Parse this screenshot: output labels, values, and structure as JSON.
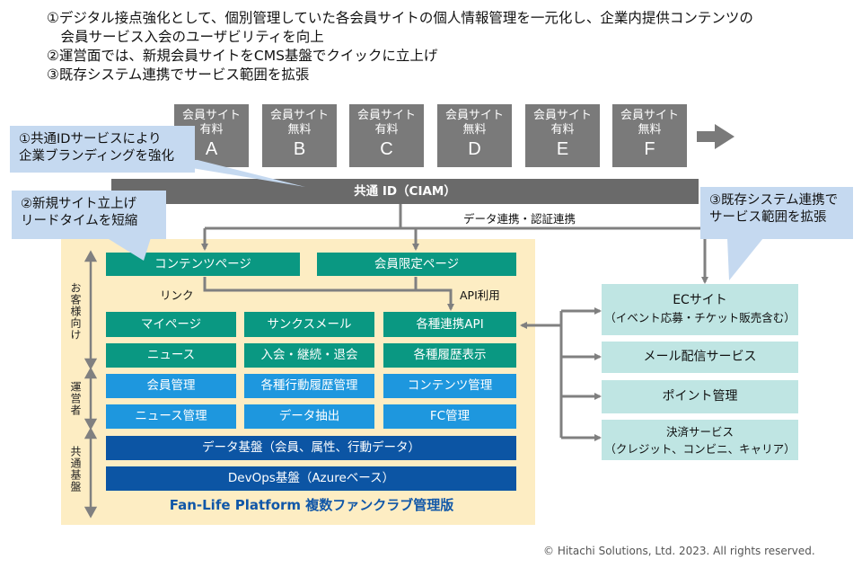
{
  "intro": {
    "lines": [
      "①デジタル接点強化として、個別管理していた各会員サイトの個人情報管理を一元化し、企業内提供コンテンツの",
      "　会員サービス入会のユーザビリティを向上",
      "②運営面では、新規会員サイトをCMS基盤でクイックに立上げ",
      "③既存システム連携でサービス範囲を拡張"
    ]
  },
  "member_sites": [
    {
      "label": "会員サイト",
      "type": "有料",
      "letter": "A"
    },
    {
      "label": "会員サイト",
      "type": "無料",
      "letter": "B"
    },
    {
      "label": "会員サイト",
      "type": "有料",
      "letter": "C"
    },
    {
      "label": "会員サイト",
      "type": "無料",
      "letter": "D"
    },
    {
      "label": "会員サイト",
      "type": "有料",
      "letter": "E"
    },
    {
      "label": "会員サイト",
      "type": "無料",
      "letter": "F"
    }
  ],
  "ciam_bar": "共通 ID（CIAM）",
  "callouts": {
    "c1": [
      "①共通IDサービスにより",
      "企業ブランディングを強化"
    ],
    "c2": [
      "②新規サイト立上げ",
      "リードタイムを短縮"
    ],
    "c3": [
      "③既存システム連携で",
      "サービス範囲を拡張"
    ]
  },
  "connection_labels": {
    "data_auth": "データ連携・認証連携",
    "link": "リンク",
    "api": "API利用"
  },
  "platform": {
    "side_labels": {
      "customer": "お客様向け",
      "operator": "運営者",
      "common": "共通基盤"
    },
    "top_pages": [
      "コンテンツページ",
      "会員限定ページ"
    ],
    "customer_rows": [
      [
        "マイページ",
        "サンクスメール",
        "各種連携API"
      ],
      [
        "ニュース",
        "入会・継続・退会",
        "各種履歴表示"
      ]
    ],
    "operator_rows": [
      [
        "会員管理",
        "各種行動履歴管理",
        "コンテンツ管理"
      ],
      [
        "ニュース管理",
        "データ抽出",
        "FC管理"
      ]
    ],
    "common_rows": [
      "データ基盤（会員、属性、行動データ）",
      "DevOps基盤（Azureベース）"
    ],
    "title": "Fan-Life Platform 複数ファンクラブ管理版"
  },
  "external_services": [
    {
      "name": "ECサイト",
      "detail": "（イベント応募・チケット販売含む）"
    },
    {
      "name": "メール配信サービス",
      "detail": ""
    },
    {
      "name": "ポイント管理",
      "detail": ""
    },
    {
      "name": "決済サービス",
      "detail": "（クレジット、コンビニ、キャリア）"
    }
  ],
  "footer": "© Hitachi Solutions, Ltd. 2023.  All rights reserved.",
  "colors": {
    "site_gray": "#7a7a7a",
    "ciam_gray": "#6a6a6a",
    "callout_blue": "#c5d9f0",
    "platform_bg": "#fdedc3",
    "teal": "#0a9882",
    "blue": "#1e97de",
    "navy": "#0c55a4",
    "ext_bg": "#bfe5e3"
  }
}
